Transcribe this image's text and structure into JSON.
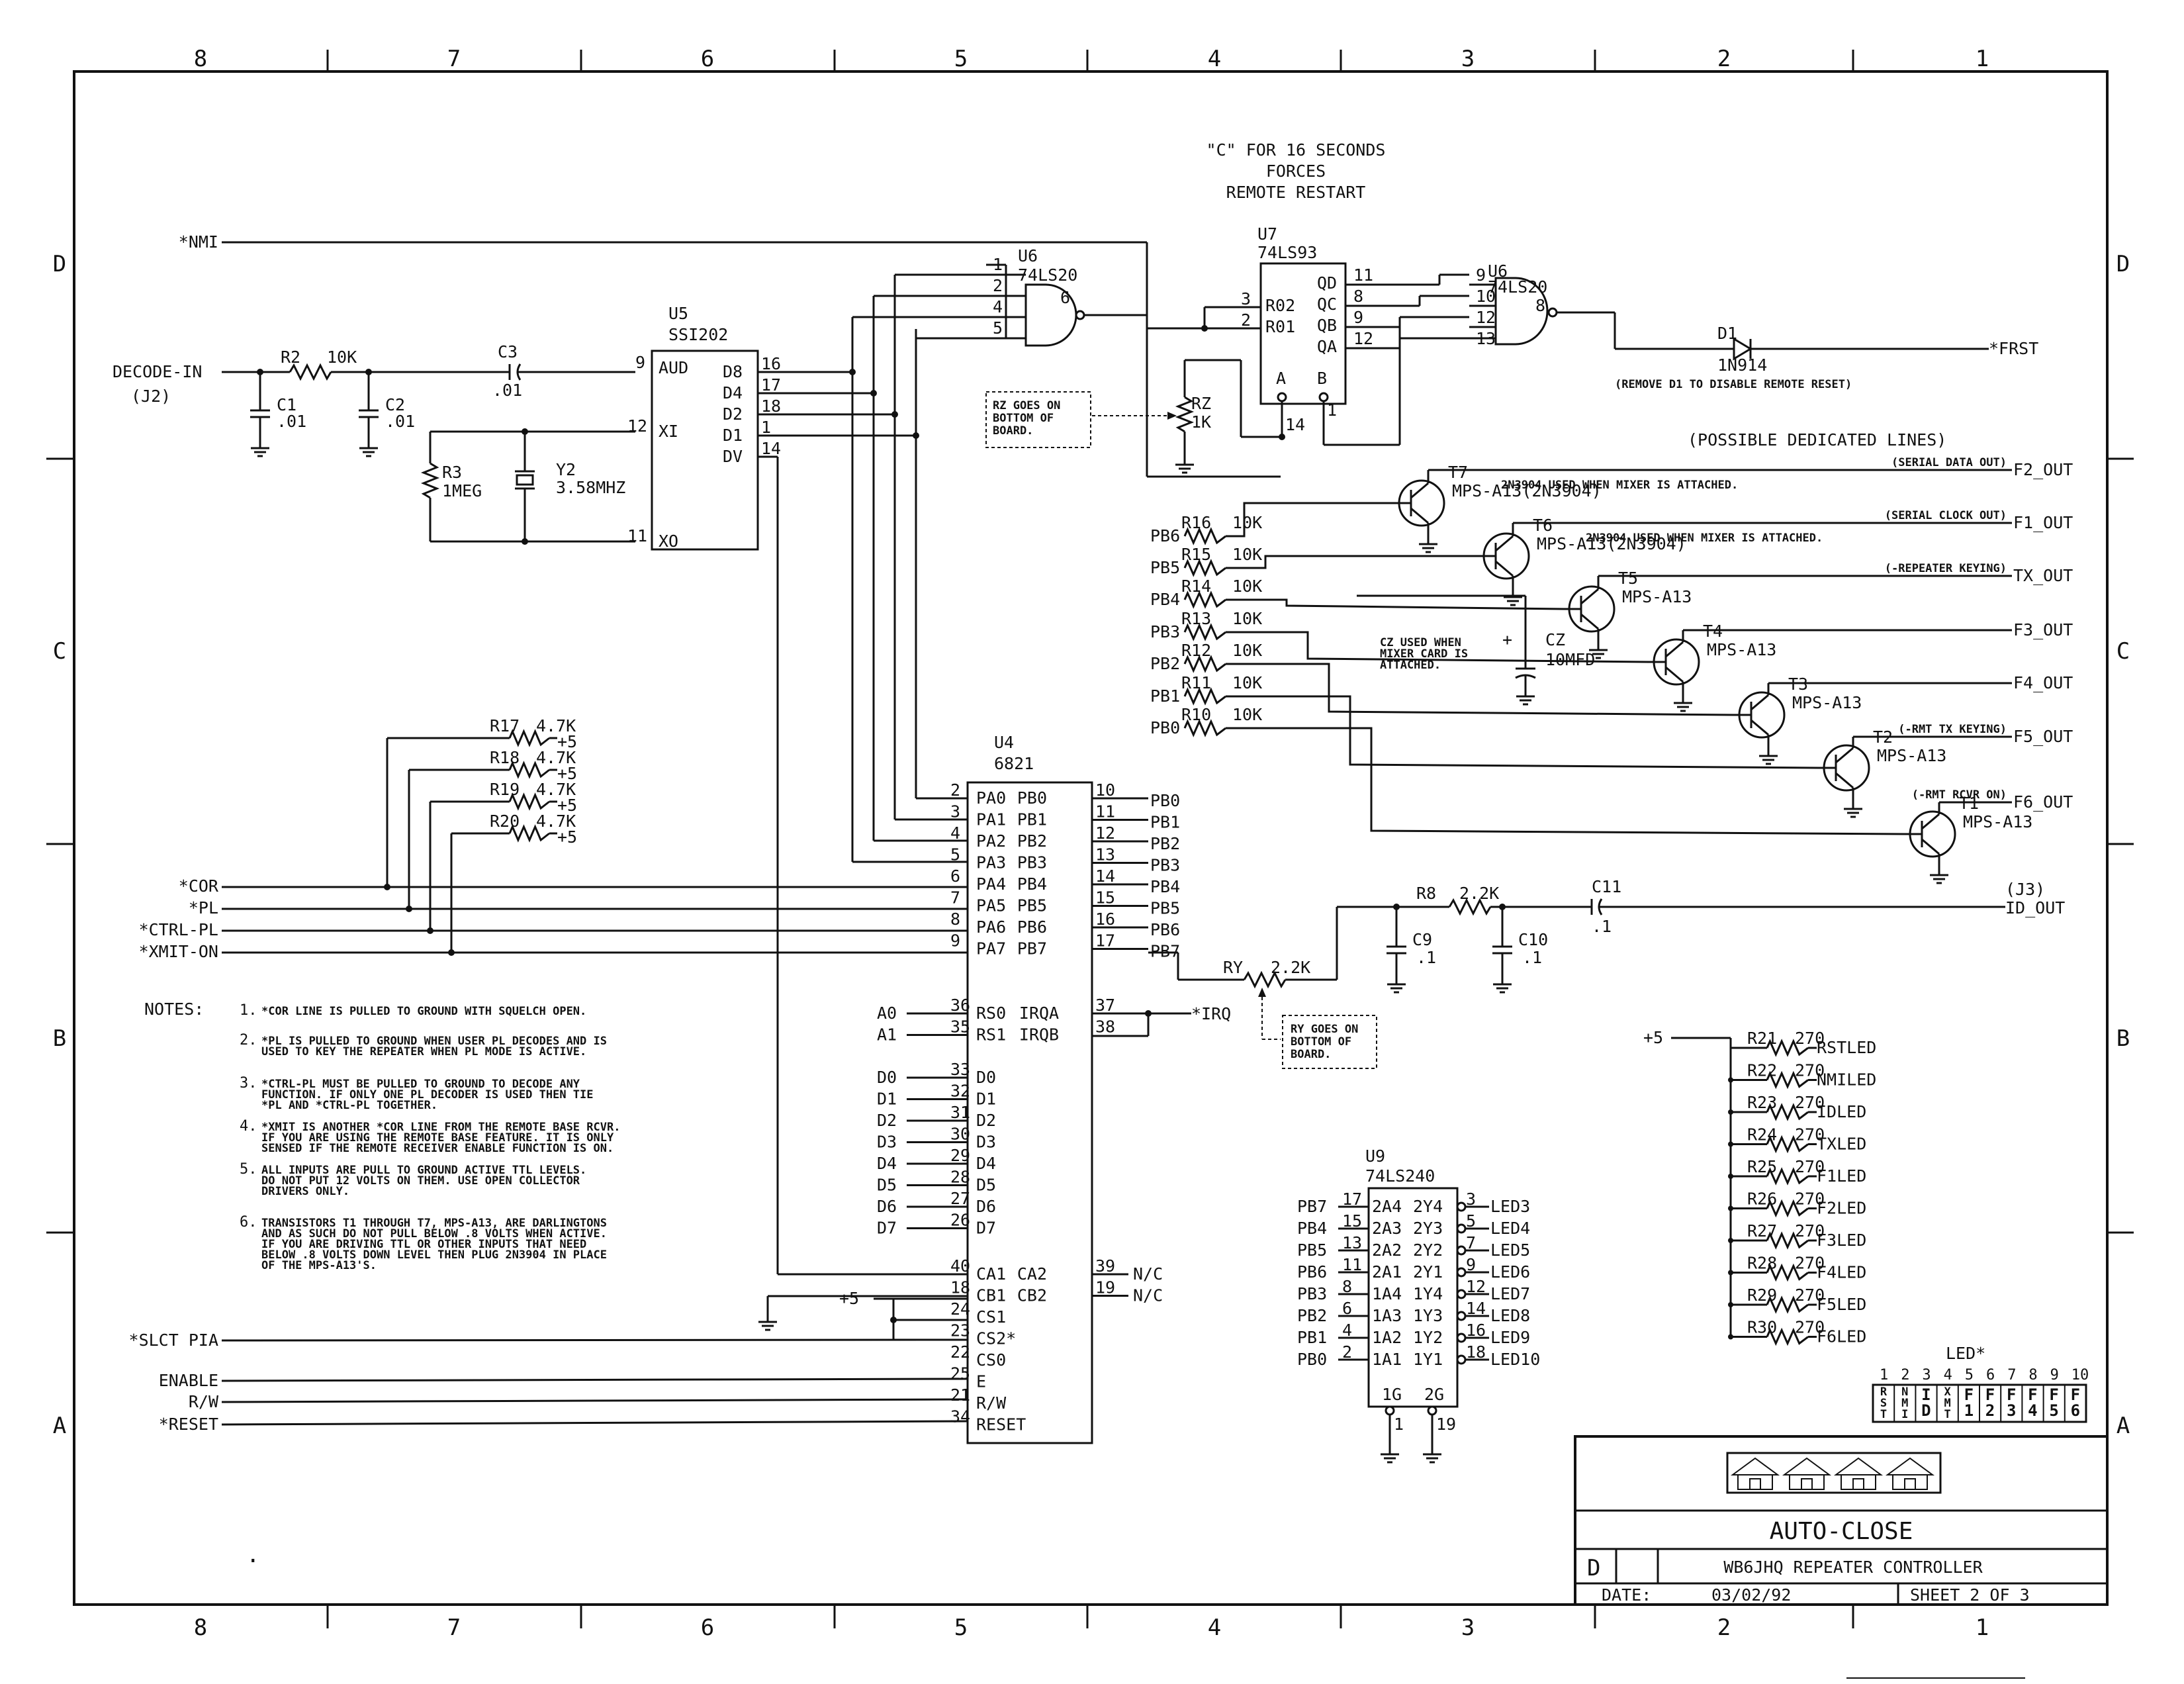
{
  "border": {
    "top_zones": [
      "8",
      "7",
      "6",
      "5",
      "4",
      "3",
      "2",
      "1"
    ],
    "side_zones": [
      "D",
      "C",
      "B",
      "A"
    ]
  },
  "header_note": [
    "\"C\" FOR 16 SECONDS",
    "FORCES",
    "REMOTE RESTART"
  ],
  "signals_left": {
    "nmi": "*NMI",
    "decode_in": "DECODE-IN",
    "j2": "(J2)",
    "cor": "*COR",
    "pl": "*PL",
    "ctrl_pl": "*CTRL-PL",
    "xmit_on": "*XMIT-ON",
    "slct_pia": "*SLCT PIA",
    "enable": "ENABLE",
    "rw": "R/W",
    "reset": "*RESET",
    "irq": "*IRQ",
    "frst": "*FRST"
  },
  "components": {
    "r2": {
      "ref": "R2",
      "value": "10K"
    },
    "c1": {
      "ref": "C1",
      "value": ".01"
    },
    "c2": {
      "ref": "C2",
      "value": ".01"
    },
    "c3": {
      "ref": "C3",
      "value": ".01"
    },
    "r3": {
      "ref": "R3",
      "value": "1MEG"
    },
    "y2": {
      "ref": "Y2",
      "value": "3.58MHZ"
    },
    "rz": {
      "ref": "RZ",
      "value": "1K"
    },
    "d1": {
      "ref": "D1",
      "value": "1N914"
    },
    "d1_note": "(REMOVE D1 TO DISABLE REMOTE RESET)",
    "rz_note": [
      "RZ GOES ON",
      "BOTTOM OF",
      "BOARD."
    ],
    "ry_note": [
      "RY GOES ON",
      "BOTTOM OF",
      "BOARD."
    ],
    "cz": {
      "ref": "CZ",
      "value": "10MFD"
    },
    "cz_note": [
      "CZ USED WHEN",
      "MIXER CARD IS",
      "ATTACHED."
    ],
    "r8": {
      "ref": "R8",
      "value": "2.2K"
    },
    "ry": {
      "ref": "RY",
      "value": "2.2K"
    },
    "c9": {
      "ref": "C9",
      "value": ".1"
    },
    "c10": {
      "ref": "C10",
      "value": ".1"
    },
    "c11": {
      "ref": "C11",
      "value": ".1"
    },
    "pullups": [
      {
        "ref": "R17",
        "value": "4.7K",
        "rail": "+5"
      },
      {
        "ref": "R18",
        "value": "4.7K",
        "rail": "+5"
      },
      {
        "ref": "R19",
        "value": "4.7K",
        "rail": "+5"
      },
      {
        "ref": "R20",
        "value": "4.7K",
        "rail": "+5"
      }
    ]
  },
  "u5": {
    "ref": "U5",
    "part": "SSI202",
    "left_pins": [
      {
        "n": "9",
        "name": "AUD"
      },
      {
        "n": "12",
        "name": "XI"
      },
      {
        "n": "11",
        "name": "XO"
      }
    ],
    "right_pins": [
      {
        "n": "16",
        "name": "D8"
      },
      {
        "n": "17",
        "name": "D4"
      },
      {
        "n": "18",
        "name": "D2"
      },
      {
        "n": "1",
        "name": "D1"
      },
      {
        "n": "14",
        "name": "DV"
      }
    ]
  },
  "u6a": {
    "ref": "U6",
    "part": "74LS20",
    "inputs": [
      "1",
      "2",
      "4",
      "5"
    ],
    "output": "6"
  },
  "u6b": {
    "ref": "U6",
    "part": "74LS20",
    "inputs": [
      "9",
      "10",
      "12",
      "13"
    ],
    "output": "8"
  },
  "u7": {
    "ref": "U7",
    "part": "74LS93",
    "left_pins": [
      {
        "n": "3",
        "name": "R02"
      },
      {
        "n": "2",
        "name": "R01"
      }
    ],
    "right_pins": [
      {
        "n": "11",
        "name": "QD"
      },
      {
        "n": "8",
        "name": "QC"
      },
      {
        "n": "9",
        "name": "QB"
      },
      {
        "n": "12",
        "name": "QA"
      }
    ],
    "bottom_pins": [
      {
        "n": "14",
        "name": "A"
      },
      {
        "n": "1",
        "name": "B"
      }
    ]
  },
  "u4": {
    "ref": "U4",
    "part": "6821",
    "pa": [
      {
        "n": "2",
        "name": "PA0"
      },
      {
        "n": "3",
        "name": "PA1"
      },
      {
        "n": "4",
        "name": "PA2"
      },
      {
        "n": "5",
        "name": "PA3"
      },
      {
        "n": "6",
        "name": "PA4"
      },
      {
        "n": "7",
        "name": "PA5"
      },
      {
        "n": "8",
        "name": "PA6"
      },
      {
        "n": "9",
        "name": "PA7"
      }
    ],
    "pb": [
      {
        "n": "10",
        "name": "PB0",
        "net": "PB0"
      },
      {
        "n": "11",
        "name": "PB1",
        "net": "PB1"
      },
      {
        "n": "12",
        "name": "PB2",
        "net": "PB2"
      },
      {
        "n": "13",
        "name": "PB3",
        "net": "PB3"
      },
      {
        "n": "14",
        "name": "PB4",
        "net": "PB4"
      },
      {
        "n": "15",
        "name": "PB5",
        "net": "PB5"
      },
      {
        "n": "16",
        "name": "PB6",
        "net": "PB6"
      },
      {
        "n": "17",
        "name": "PB7",
        "net": "PB7"
      }
    ],
    "rs": [
      {
        "net": "A0",
        "n": "36",
        "name": "RS0"
      },
      {
        "net": "A1",
        "n": "35",
        "name": "RS1"
      }
    ],
    "irq": [
      {
        "n": "37",
        "name": "IRQA"
      },
      {
        "n": "38",
        "name": "IRQB"
      }
    ],
    "data": [
      {
        "net": "D0",
        "n": "33",
        "name": "D0"
      },
      {
        "net": "D1",
        "n": "32",
        "name": "D1"
      },
      {
        "net": "D2",
        "n": "31",
        "name": "D2"
      },
      {
        "net": "D3",
        "n": "30",
        "name": "D3"
      },
      {
        "net": "D4",
        "n": "29",
        "name": "D4"
      },
      {
        "net": "D5",
        "n": "28",
        "name": "D5"
      },
      {
        "net": "D6",
        "n": "27",
        "name": "D6"
      },
      {
        "net": "D7",
        "n": "26",
        "name": "D7"
      }
    ],
    "ctrl_left": [
      {
        "n": "40",
        "name": "CA1"
      },
      {
        "n": "18",
        "name": "CB1"
      },
      {
        "n": "24",
        "name": "CS1"
      },
      {
        "n": "23",
        "name": "CS2*"
      },
      {
        "n": "22",
        "name": "CS0"
      },
      {
        "n": "25",
        "name": "E"
      },
      {
        "n": "21",
        "name": "R/W"
      },
      {
        "n": "34",
        "name": "RESET"
      }
    ],
    "ctrl_right": [
      {
        "n": "39",
        "name": "CA2",
        "net": "N/C"
      },
      {
        "n": "19",
        "name": "CB2",
        "net": "N/C"
      }
    ],
    "plus5": "+5"
  },
  "possible_lines": "(POSSIBLE DEDICATED LINES)",
  "transistors": [
    {
      "ref": "T7",
      "part": "MPS-A13(2N3904)",
      "pb": "PB6",
      "r": "R16",
      "rv": "10K",
      "out": "F2_OUT",
      "label": "(SERIAL DATA OUT)",
      "note": "2N3904 USED WHEN MIXER IS ATTACHED."
    },
    {
      "ref": "T6",
      "part": "MPS-A13(2N3904)",
      "pb": "PB5",
      "r": "R15",
      "rv": "10K",
      "out": "F1_OUT",
      "label": "(SERIAL CLOCK OUT)",
      "note": "2N3904 USED WHEN MIXER IS ATTACHED."
    },
    {
      "ref": "T5",
      "part": "MPS-A13",
      "pb": "PB4",
      "r": "R14",
      "rv": "10K",
      "out": "TX_OUT",
      "label": "(-REPEATER KEYING)",
      "note": ""
    },
    {
      "ref": "T4",
      "part": "MPS-A13",
      "pb": "PB3",
      "r": "R13",
      "rv": "10K",
      "out": "F3_OUT",
      "label": "",
      "note": ""
    },
    {
      "ref": "T3",
      "part": "MPS-A13",
      "pb": "PB2",
      "r": "R12",
      "rv": "10K",
      "out": "F4_OUT",
      "label": "",
      "note": ""
    },
    {
      "ref": "T2",
      "part": "MPS-A13",
      "pb": "PB1",
      "r": "R11",
      "rv": "10K",
      "out": "F5_OUT",
      "label": "(-RMT TX KEYING)",
      "note": ""
    },
    {
      "ref": "T1",
      "part": "MPS-A13",
      "pb": "PB0",
      "r": "R10",
      "rv": "10K",
      "out": "F6_OUT",
      "label": "(-RMT RCVR ON)",
      "note": ""
    }
  ],
  "id_out": {
    "j": "(J3)",
    "name": "ID_OUT",
    "pb7": "PB7"
  },
  "notes_title": "NOTES:",
  "notes": [
    {
      "num": "1.",
      "lines": [
        "*COR LINE IS PULLED TO GROUND WITH SQUELCH OPEN."
      ]
    },
    {
      "num": "2.",
      "lines": [
        "*PL IS PULLED TO GROUND WHEN USER PL DECODES AND IS",
        "USED TO KEY THE REPEATER WHEN PL MODE IS ACTIVE."
      ]
    },
    {
      "num": "3.",
      "lines": [
        "*CTRL-PL MUST BE PULLED TO GROUND TO DECODE ANY",
        "FUNCTION. IF ONLY ONE PL DECODER IS USED THEN TIE",
        "*PL AND *CTRL-PL TOGETHER."
      ]
    },
    {
      "num": "4.",
      "lines": [
        "*XMIT IS ANOTHER *COR LINE FROM THE REMOTE BASE RCVR.",
        "IF YOU ARE USING THE REMOTE BASE FEATURE. IT IS ONLY",
        "SENSED IF THE REMOTE RECEIVER ENABLE FUNCTION IS ON."
      ]
    },
    {
      "num": "5.",
      "lines": [
        "ALL INPUTS ARE PULL TO GROUND ACTIVE TTL LEVELS.",
        "DO NOT PUT 12 VOLTS ON THEM.  USE OPEN COLLECTOR",
        "DRIVERS ONLY."
      ]
    },
    {
      "num": "6.",
      "lines": [
        "TRANSISTORS T1 THROUGH T7, MPS-A13, ARE DARLINGTONS",
        "AND AS SUCH DO NOT PULL BELOW  .8 VOLTS WHEN ACTIVE.",
        "IF YOU ARE DRIVING TTL OR OTHER INPUTS THAT NEED",
        "BELOW .8 VOLTS DOWN LEVEL THEN PLUG 2N3904 IN PLACE",
        "OF THE MPS-A13'S."
      ]
    }
  ],
  "u9": {
    "ref": "U9",
    "part": "74LS240",
    "rows": [
      {
        "pb": "PB7",
        "pin_in": "17",
        "in": "2A4",
        "out": "2Y4",
        "pin_out": "3",
        "led": "LED3"
      },
      {
        "pb": "PB4",
        "pin_in": "15",
        "in": "2A3",
        "out": "2Y3",
        "pin_out": "5",
        "led": "LED4"
      },
      {
        "pb": "PB5",
        "pin_in": "13",
        "in": "2A2",
        "out": "2Y2",
        "pin_out": "7",
        "led": "LED5"
      },
      {
        "pb": "PB6",
        "pin_in": "11",
        "in": "2A1",
        "out": "2Y1",
        "pin_out": "9",
        "led": "LED6"
      },
      {
        "pb": "PB3",
        "pin_in": "8",
        "in": "1A4",
        "out": "1Y4",
        "pin_out": "12",
        "led": "LED7"
      },
      {
        "pb": "PB2",
        "pin_in": "6",
        "in": "1A3",
        "out": "1Y3",
        "pin_out": "14",
        "led": "LED8"
      },
      {
        "pb": "PB1",
        "pin_in": "4",
        "in": "1A2",
        "out": "1Y2",
        "pin_out": "16",
        "led": "LED9"
      },
      {
        "pb": "PB0",
        "pin_in": "2",
        "in": "1A1",
        "out": "1Y1",
        "pin_out": "18",
        "led": "LED10"
      }
    ],
    "enables": [
      {
        "name": "1G",
        "pin": "1"
      },
      {
        "name": "2G",
        "pin": "19"
      }
    ]
  },
  "led_resistors": {
    "rail": "+5",
    "items": [
      {
        "ref": "R21",
        "value": "270",
        "led": "RSTLED"
      },
      {
        "ref": "R22",
        "value": "270",
        "led": "NMILED"
      },
      {
        "ref": "R23",
        "value": "270",
        "led": "IDLED"
      },
      {
        "ref": "R24",
        "value": "270",
        "led": "TXLED"
      },
      {
        "ref": "R25",
        "value": "270",
        "led": "F1LED"
      },
      {
        "ref": "R26",
        "value": "270",
        "led": "F2LED"
      },
      {
        "ref": "R27",
        "value": "270",
        "led": "F3LED"
      },
      {
        "ref": "R28",
        "value": "270",
        "led": "F4LED"
      },
      {
        "ref": "R29",
        "value": "270",
        "led": "F5LED"
      },
      {
        "ref": "R30",
        "value": "270",
        "led": "F6LED"
      }
    ]
  },
  "led_header": {
    "title": "LED*",
    "nums": [
      "1",
      "2",
      "3",
      "4",
      "5",
      "6",
      "7",
      "8",
      "9",
      "10"
    ],
    "cells": [
      [
        "R",
        "S",
        "T"
      ],
      [
        "N",
        "M",
        "I"
      ],
      [
        "I",
        "D"
      ],
      [
        "X",
        "M",
        "T"
      ],
      [
        "F",
        "1"
      ],
      [
        "F",
        "2"
      ],
      [
        "F",
        "3"
      ],
      [
        "F",
        "4"
      ],
      [
        "F",
        "5"
      ],
      [
        "F",
        "6"
      ]
    ]
  },
  "title_block": {
    "title": "AUTO-CLOSE",
    "size": "D",
    "subtitle": "WB6JHQ REPEATER CONTROLLER",
    "date_label": "DATE:",
    "date": "03/02/92",
    "sheet": "SHEET 2  OF  3"
  }
}
